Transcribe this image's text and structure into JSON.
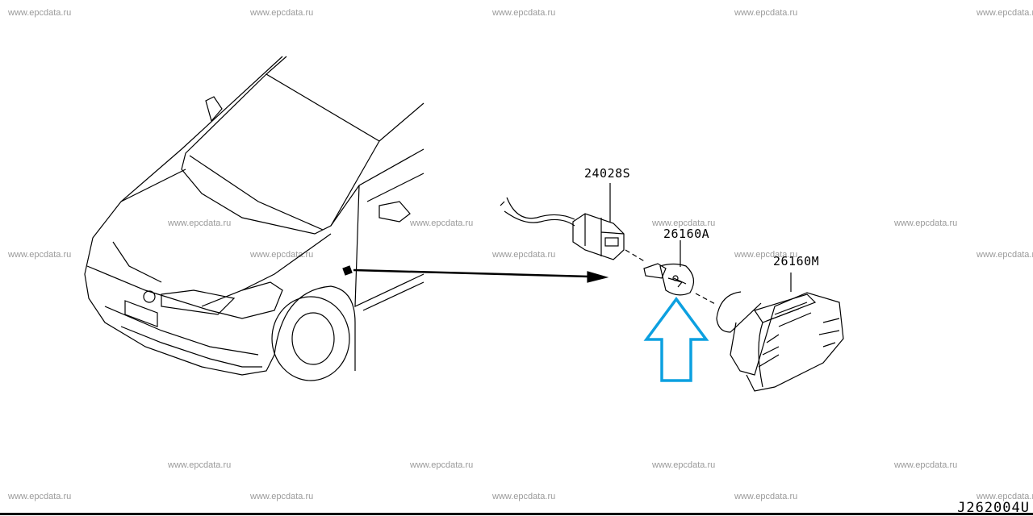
{
  "watermark": "www.epcdata.ru",
  "parts": {
    "connector": "24028S",
    "bulb": "26160A",
    "side_lamp": "26160M"
  },
  "diagram_code": "J262004U",
  "colors": {
    "highlight_arrow": "#0ca0e0",
    "line": "#000000",
    "watermark": "#9a9a9a"
  }
}
